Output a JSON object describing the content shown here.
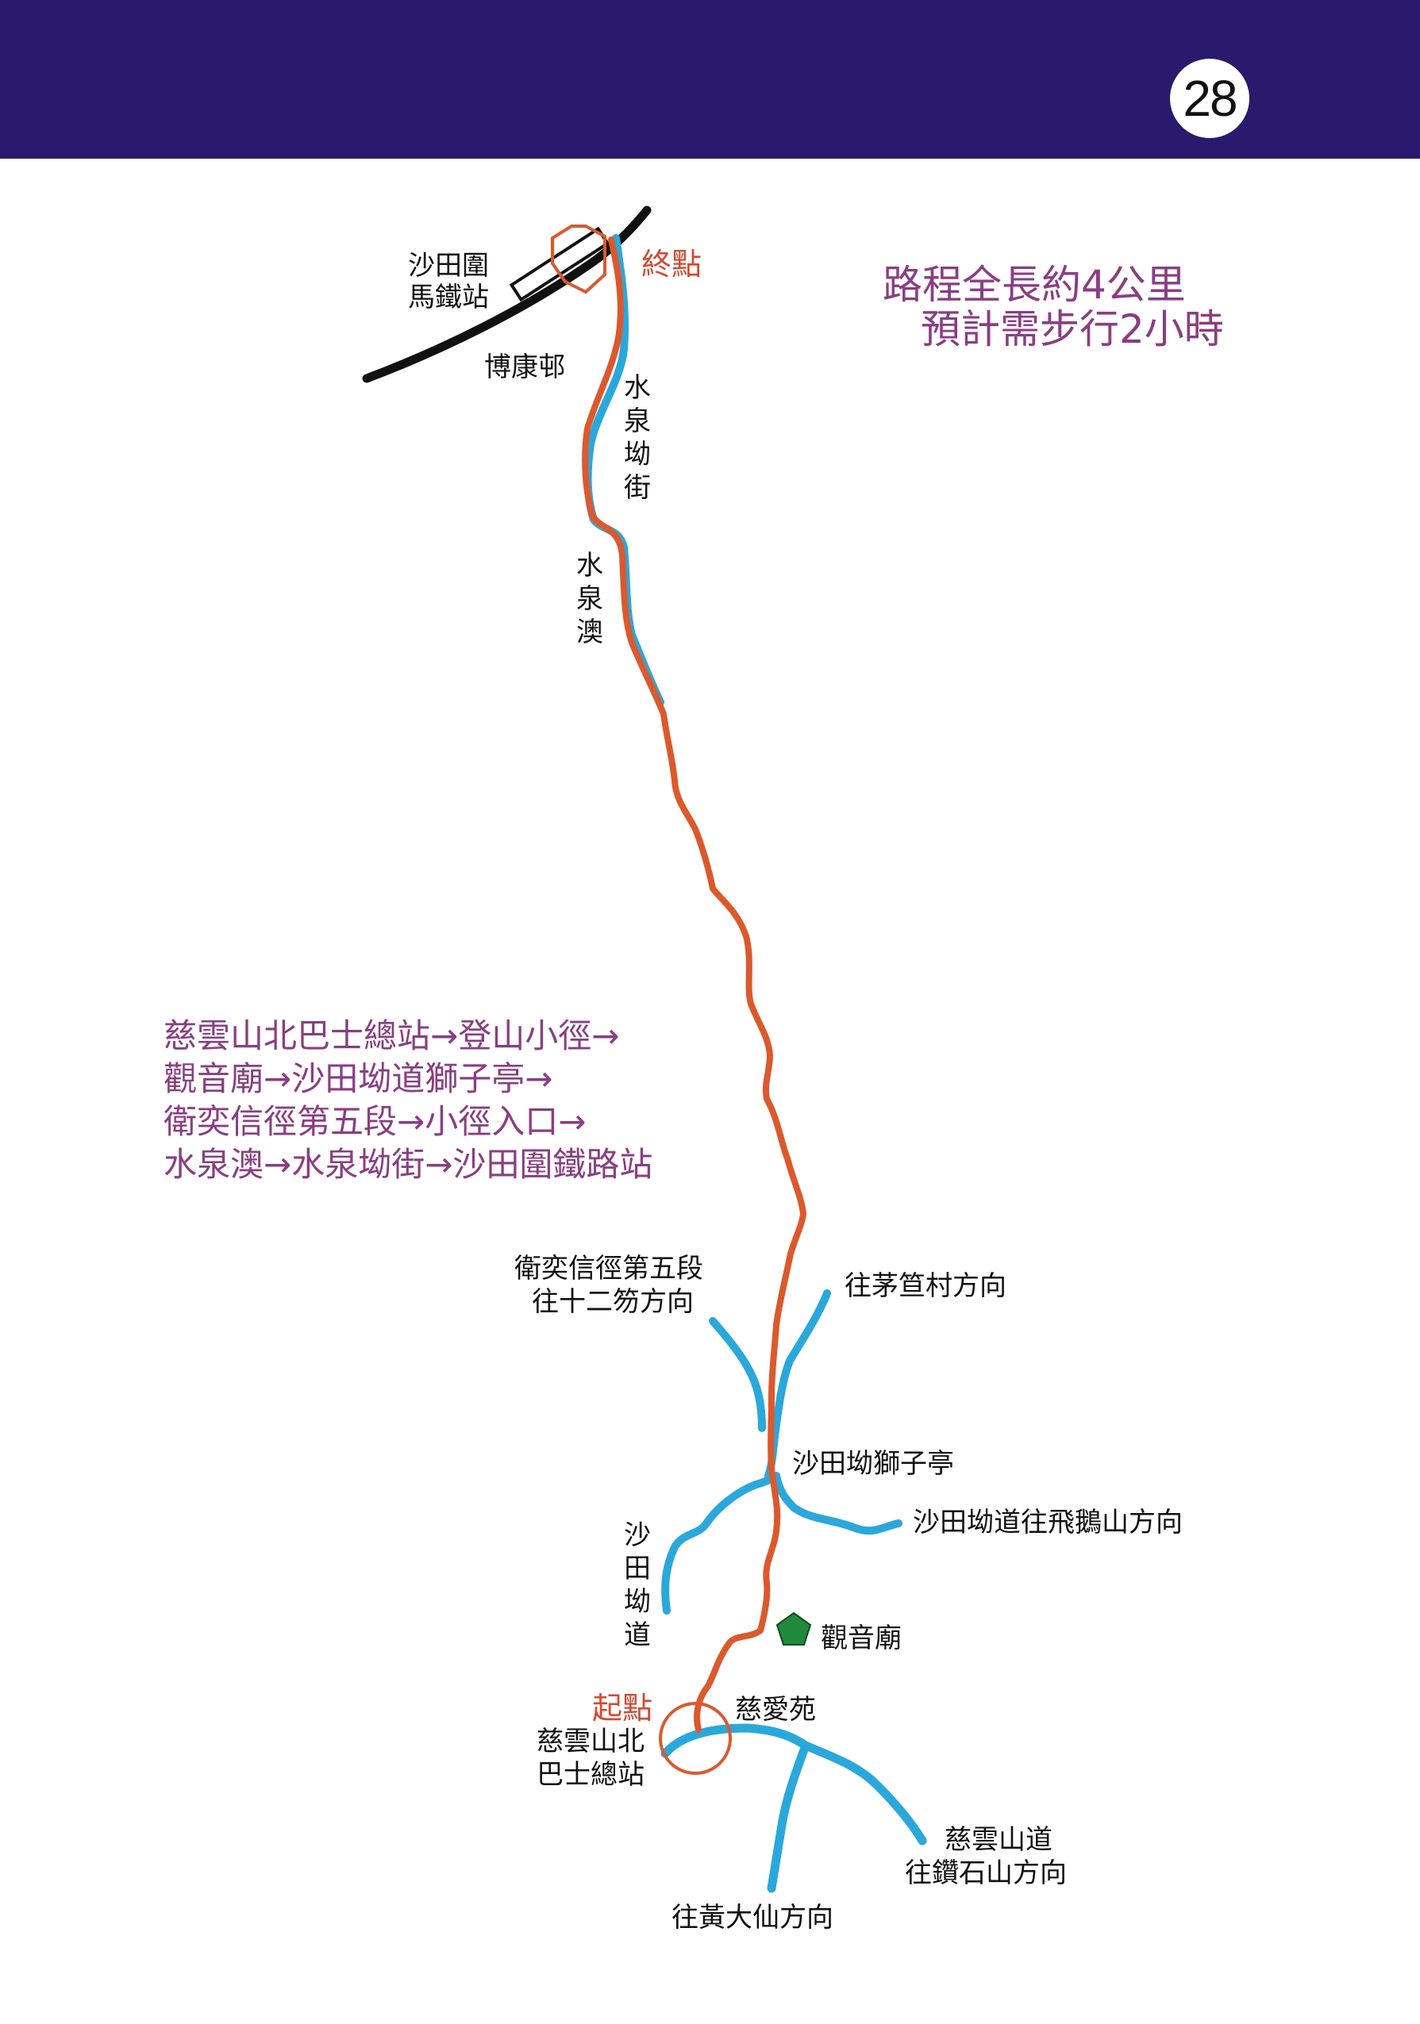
{
  "page_number": "28",
  "colors": {
    "header": "#2a1a6e",
    "route": "#e0582a",
    "road": "#27a9dd",
    "rail": "#111111",
    "text_purple": "#8e3a86",
    "label_red": "#e0452b",
    "temple_marker": "#1e8a3a"
  },
  "info": {
    "line1": "路程全長約4公里",
    "line2": "預計需步行2小時"
  },
  "route_steps": [
    "慈雲山北巴士總站→登山小徑→",
    "觀音廟→沙田坳道獅子亭→",
    "衛奕信徑第五段→小徑入口→",
    "水泉澳→水泉坳街→沙田圍鐵路站"
  ],
  "labels": {
    "station_1": "沙田圍",
    "station_2": "馬鐵站",
    "end": "終點",
    "start": "起點",
    "bokong": "博康邨",
    "shuichuenau_street": "水泉坳街",
    "shuichuenau": "水泉澳",
    "wilson_1": "衛奕信徑第五段",
    "wilson_2": "往十二笏方向",
    "to_mau_tso": "往茅笪村方向",
    "lion_pavilion": "沙田坳獅子亭",
    "to_fei_ngo": "沙田坳道往飛鵝山方向",
    "sha_tin_pass_road": "沙田坳道",
    "kwun_yam_temple": "觀音廟",
    "tsz_oi_court": "慈愛苑",
    "terminus_1": "慈雲山北",
    "terminus_2": "巴士總站",
    "tsz_wan_shan_road_1": "慈雲山道",
    "tsz_wan_shan_road_2": "往鑽石山方向",
    "to_wong_tai_sin": "往黃大仙方向"
  }
}
